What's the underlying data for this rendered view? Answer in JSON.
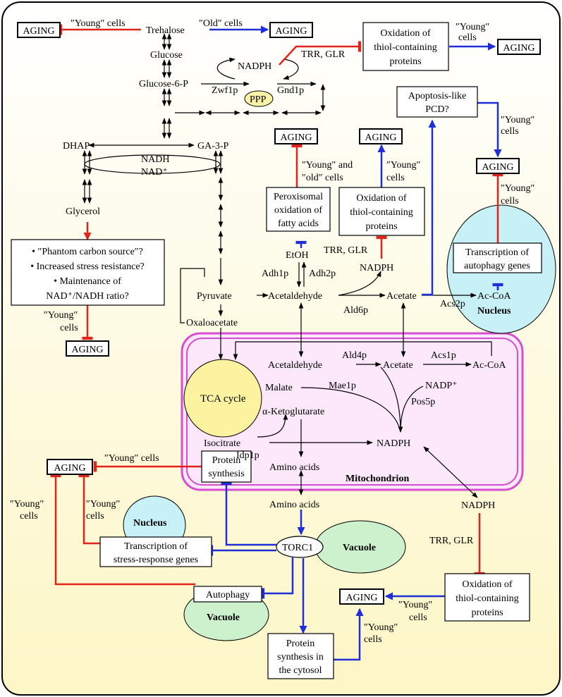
{
  "labels": {
    "aging": "AGING",
    "young_cells": "″Young″ cells",
    "old_cells": "″Old″ cells",
    "young": "″Young″",
    "cells": "cells",
    "young_and": "″Young″ and",
    "old_cells_q": "″old″ cells",
    "trr_glr": "TRR, GLR"
  },
  "metabolites": {
    "trehalose": "Trehalose",
    "glucose": "Glucose",
    "glucose_6_p": "Glucose-6-P",
    "nadph": "NADPH",
    "nadp_plus": "NADP⁺",
    "dhap": "DHAP",
    "ga_3_p": "GA-3-P",
    "nadh": "NADH",
    "nad_plus": "NAD⁺",
    "glycerol": "Glycerol",
    "pyruvate": "Pyruvate",
    "acetaldehyde": "Acetaldehyde",
    "acetate": "Acetate",
    "ac_coa": "Ac-CoA",
    "oxaloacetate": "Oxaloacetate",
    "etoh": "EtOH",
    "malate": "Malate",
    "alpha_ketoglutarate": "α-Ketoglutarate",
    "isocitrate": "Isocitrate",
    "amino_acids": "Amino acids"
  },
  "enzymes": {
    "zwf1p": "Zwf1p",
    "gnd1p": "Gnd1p",
    "ppp": "PPP",
    "adh1p": "Adh1p",
    "adh2p": "Adh2p",
    "ald6p": "Ald6p",
    "acs2p": "Acs2p",
    "ald4p": "Ald4p",
    "acs1p": "Acs1p",
    "mae1p": "Mae1p",
    "pos5p": "Pos5p",
    "idp1p": "Idp1p",
    "torc1": "TORC1"
  },
  "compartments": {
    "nucleus": "Nucleus",
    "mitochondrion": "Mitochondrion",
    "vacuole": "Vacuole",
    "tca_cycle": "TCA cycle"
  },
  "boxes": {
    "oxidation_thiol": [
      "Oxidation of",
      "thiol-containing",
      "proteins"
    ],
    "apoptosis": [
      "Apoptosis-like",
      "PCD?"
    ],
    "peroxisomal": [
      "Peroxisomal",
      "oxidation of",
      "fatty acids"
    ],
    "glycerol_effects": [
      "• ″Phantom carbon source″?",
      "• Increased stress resistance?",
      "• Maintenance of",
      "NAD⁺/NADH ratio?"
    ],
    "transcription_autophagy": [
      "Transcription of",
      "autophagy genes"
    ],
    "protein_synthesis": [
      "Protein",
      "synthesis"
    ],
    "transcription_stress": [
      "Transcription of",
      "stress-response genes"
    ],
    "autophagy": "Autophagy",
    "protein_synthesis_cytosol": [
      "Protein",
      "synthesis in",
      "the cytosol"
    ]
  },
  "colors": {
    "inhibition": "#e2231a",
    "activation": "#1f2ed6",
    "mitochondrion_fill": "#fde7fb",
    "mitochondrion_border": "#d64fd0",
    "nucleus_fill": "#c7f0f7",
    "vacuole_fill": "#cdf0cd",
    "tca_fill": "#fdf2a0",
    "ppp_fill": "#fdf3a8",
    "background_top": "#ffffff",
    "background_bottom": "#fdf6c6"
  }
}
